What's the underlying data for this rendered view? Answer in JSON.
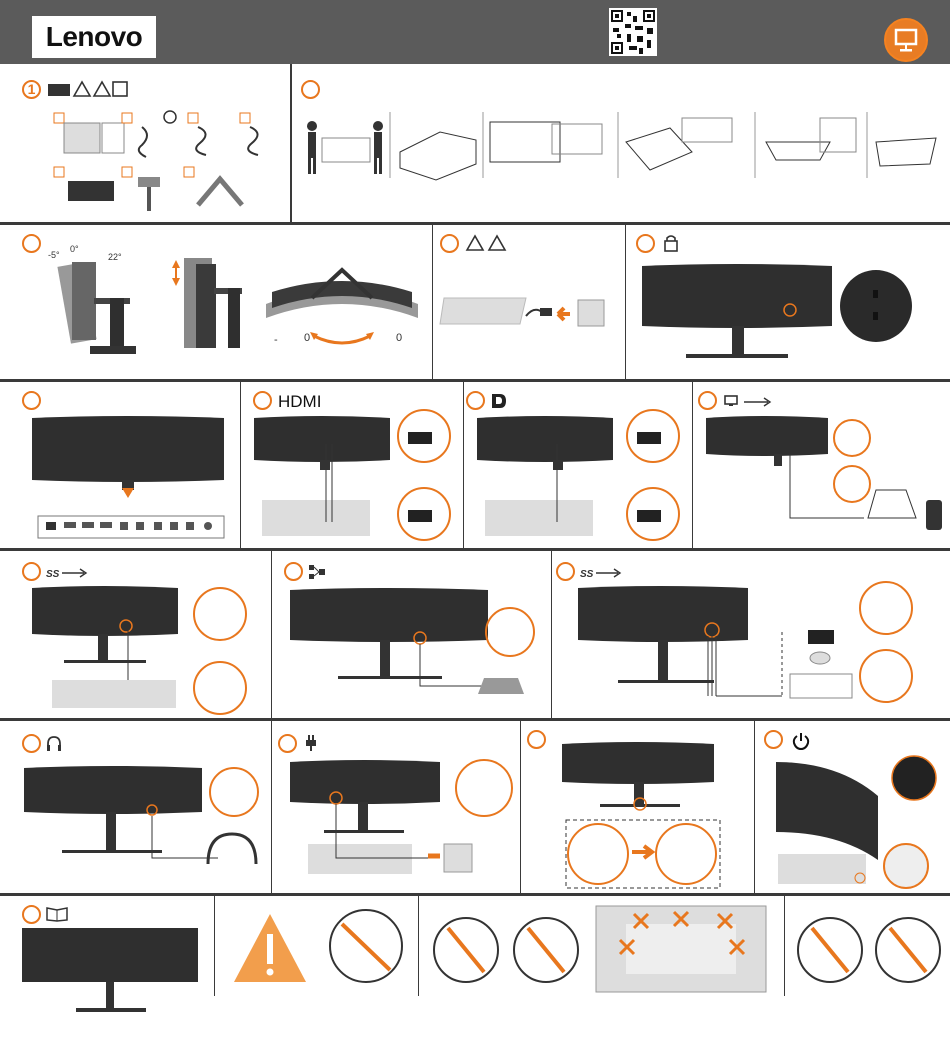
{
  "brand": {
    "logo_text": "Lenovo"
  },
  "steps": {
    "s1": "1"
  },
  "labels": {
    "hdmi": "HDMI",
    "tilt_left": "-5°",
    "tilt_zero": "0°",
    "tilt_right": "22°",
    "swivel_left": "-",
    "swivel_zero1": "0",
    "swivel_zero2": "0"
  },
  "colors": {
    "accent": "#e8771e",
    "header": "#5b5b5b",
    "divider": "#3a3a3a",
    "monitor": "#2f2f2f"
  }
}
